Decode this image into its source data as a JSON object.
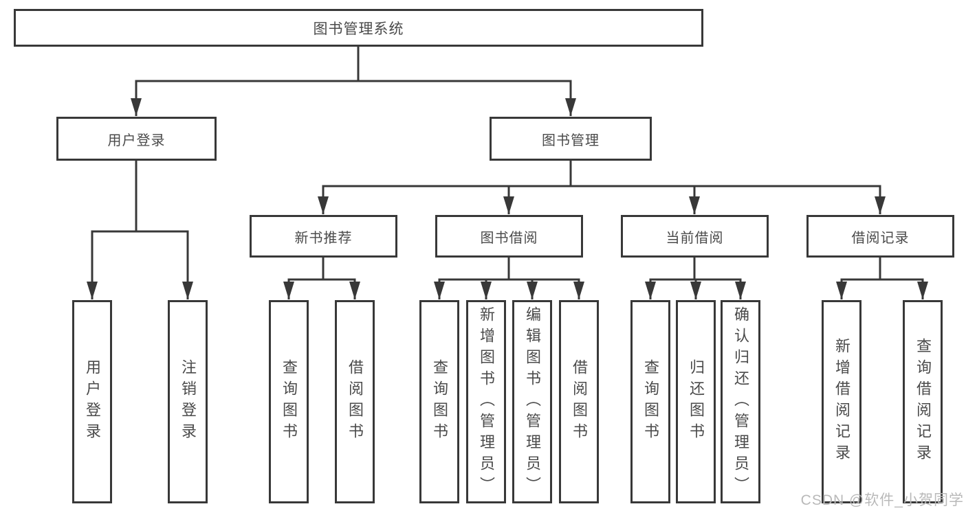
{
  "colors": {
    "line": "#383838",
    "box_border": "#383838",
    "box_fill": "#ffffff",
    "label_text": "#4a4a4a",
    "watermark_text": "#b9b9b9",
    "background": "#ffffff"
  },
  "tree": {
    "root": {
      "label": "图书管理系统"
    },
    "branches": [
      {
        "label": "用户登录",
        "children": [
          {
            "label": "用户登录"
          },
          {
            "label": "注销登录"
          }
        ]
      },
      {
        "label": "图书管理",
        "children": [
          {
            "label": "新书推荐",
            "children": [
              {
                "label": "查询图书"
              },
              {
                "label": "借阅图书"
              }
            ]
          },
          {
            "label": "图书借阅",
            "children": [
              {
                "label": "查询图书"
              },
              {
                "label": "新增图书（管理员）"
              },
              {
                "label": "编辑图书（管理员）"
              },
              {
                "label": "借阅图书"
              }
            ]
          },
          {
            "label": "当前借阅",
            "children": [
              {
                "label": "查询图书"
              },
              {
                "label": "归还图书"
              },
              {
                "label": "确认归还（管理员）"
              }
            ]
          },
          {
            "label": "借阅记录",
            "children": [
              {
                "label": "新增借阅记录"
              },
              {
                "label": "查询借阅记录"
              }
            ]
          }
        ]
      }
    ]
  },
  "watermark": {
    "text": "CSDN @软件_小贺同学"
  }
}
